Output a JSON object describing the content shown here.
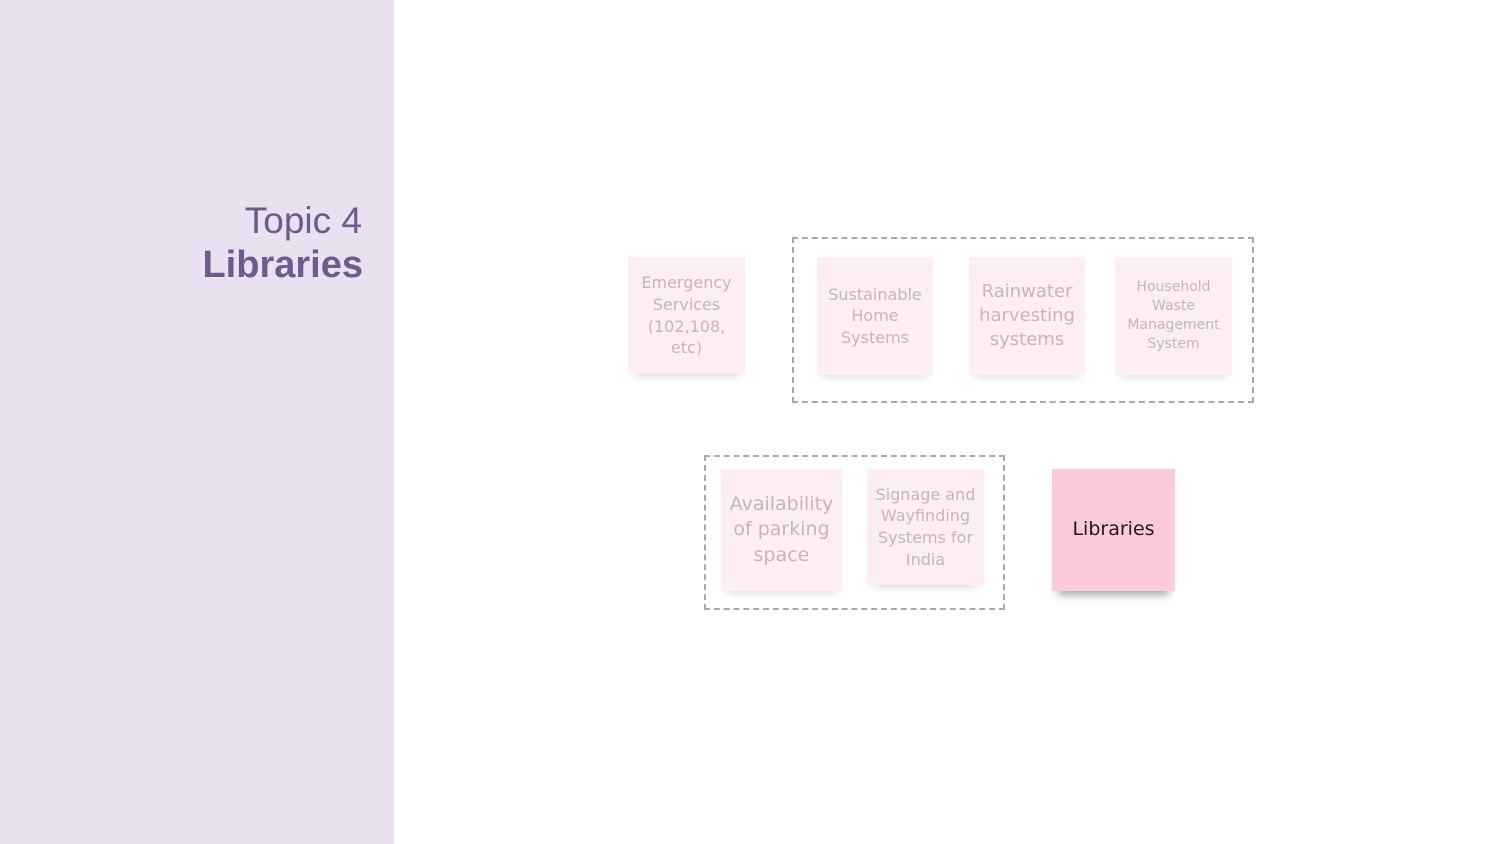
{
  "sidebar": {
    "topic": "Topic 4",
    "title": "Libraries"
  },
  "notes": [
    {
      "text": "Emergency Services (102,108, etc)"
    },
    {
      "text": "Sustainable Home Systems"
    },
    {
      "text": "Rainwater harvesting systems"
    },
    {
      "text": "Household Waste Management System"
    },
    {
      "text": "Availability of parking space"
    },
    {
      "text": "Signage and Wayfinding Systems for India"
    },
    {
      "text": "Libraries"
    }
  ],
  "colors": {
    "sidebar": "#e9e0f0",
    "title": "#6f5a8c",
    "note_faded": "#fdeef3",
    "note_active": "#fdcadb"
  }
}
